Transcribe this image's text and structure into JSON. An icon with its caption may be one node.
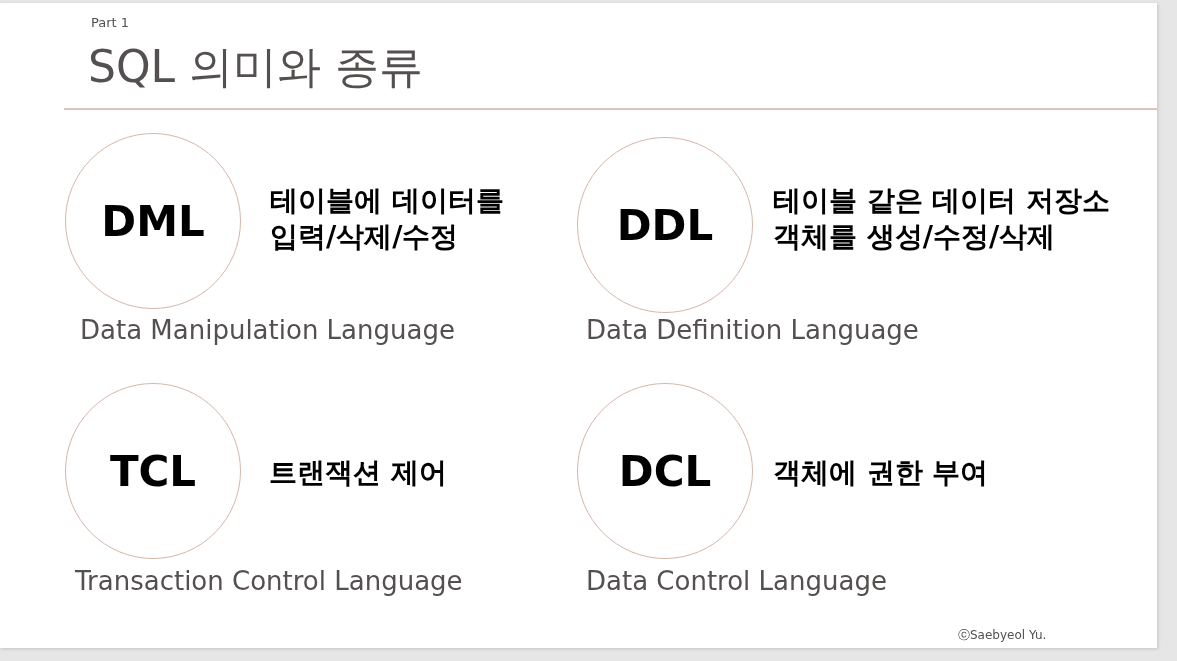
{
  "diagram": {
    "title": "SQL 의미와 종류",
    "nodes": [
      {
        "text": [
          "DML"
        ],
        "beside": [
          "테이블에 데이터를 입력/삭제/수정",
          "Data Manipulation Language"
        ]
      },
      {
        "text": [
          "DDL"
        ],
        "beside": [
          "테이블 같은 데이터 저장소 객체를 생성/수정/삭제",
          "Data Definition Language"
        ]
      },
      {
        "text": [
          "TCL"
        ],
        "beside": [
          "트랜잭션 제어",
          "Transaction Control Language"
        ]
      },
      {
        "text": [
          "DCL"
        ],
        "beside": [
          "객체에 권한 부여",
          "Data Control Language"
        ]
      }
    ],
    "labels": [
      "Part 1",
      "ⓒSaebyeol Yu."
    ]
  }
}
